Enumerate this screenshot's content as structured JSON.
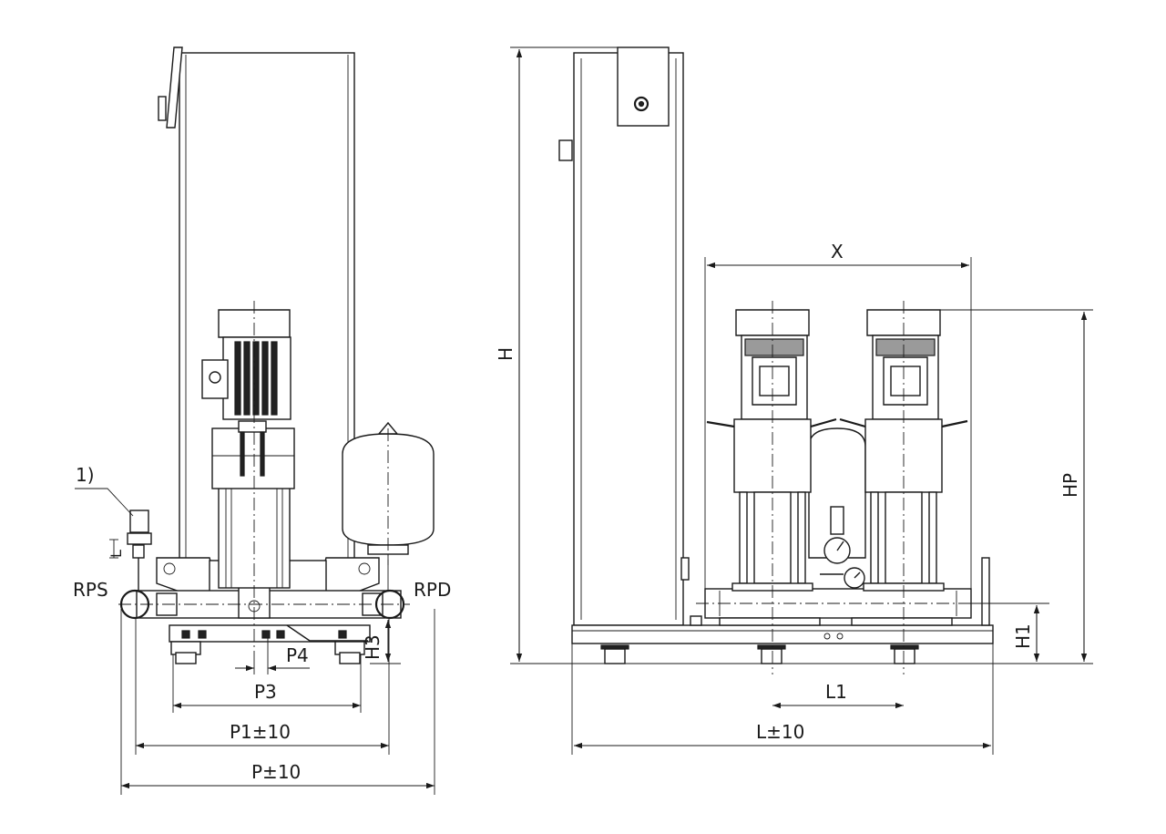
{
  "labels": {
    "note_1": "1)",
    "rps": "RPS",
    "rpd": "RPD",
    "h": "H",
    "hp": "HP",
    "h1": "H1",
    "h3": "H3",
    "x": "X",
    "l1": "L1",
    "l": "L±10",
    "p": "P±10",
    "p1": "P1±10",
    "p3": "P3",
    "p4": "P4",
    "l_small": "L"
  }
}
